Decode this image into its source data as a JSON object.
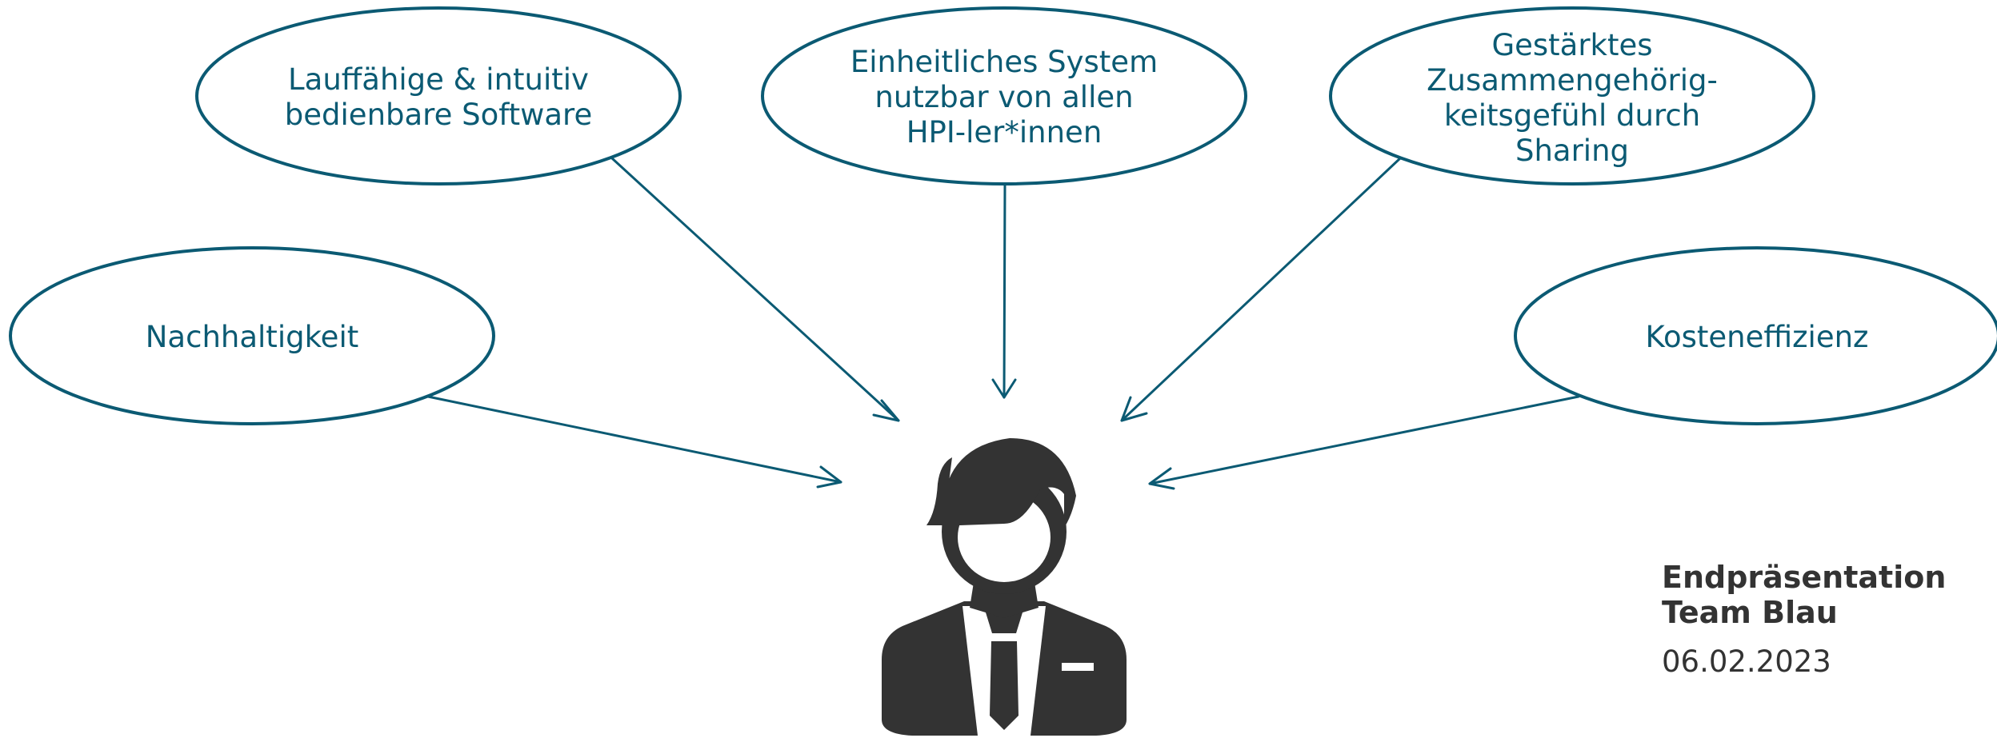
{
  "colors": {
    "accent": "#0b5a73",
    "person": "#333333",
    "text": "#333333"
  },
  "goals": [
    {
      "id": "software",
      "label": "Lauffähige & intuitiv\nbedienbare Software"
    },
    {
      "id": "system",
      "label": "Einheitliches System\nnutzbar von allen\nHPI-ler*innen"
    },
    {
      "id": "community",
      "label": "Gestärktes\nZusammengehörig-\nkeitsgefühl durch\nSharing"
    },
    {
      "id": "sustainability",
      "label": "Nachhaltigkeit"
    },
    {
      "id": "cost",
      "label": "Kosteneffizienz"
    }
  ],
  "center": {
    "icon": "businessman-icon"
  },
  "footer": {
    "title": "Endpräsentation\nTeam Blau",
    "date": "06.02.2023"
  }
}
